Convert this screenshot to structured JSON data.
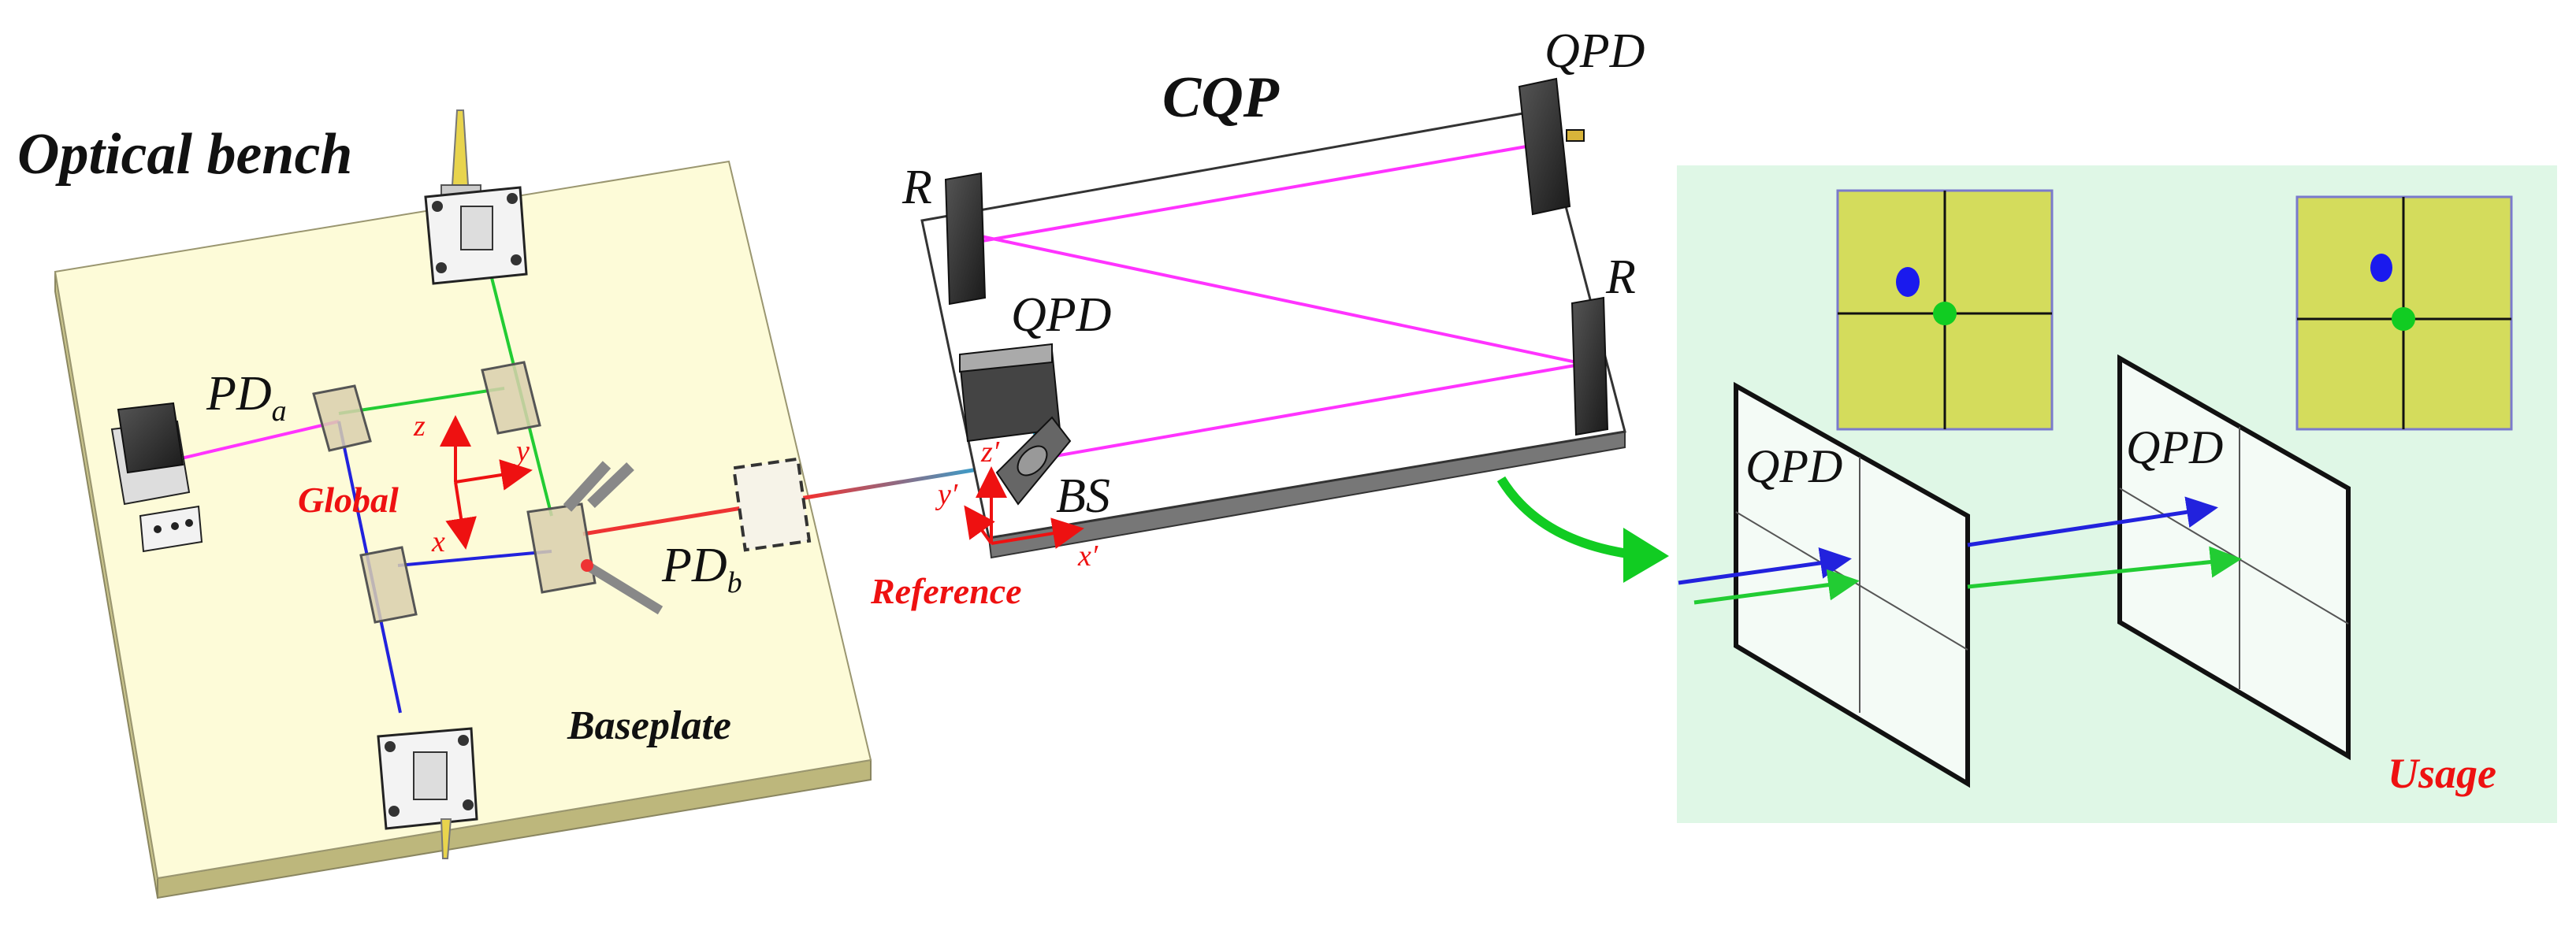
{
  "labels": {
    "optical_bench": "Optical bench",
    "cqp": "CQP",
    "qpd_top": "QPD",
    "r_left": "R",
    "r_right": "R",
    "qpd_mid": "QPD",
    "bs": "BS",
    "pd_a_main": "PD",
    "pd_a_sub": "a",
    "pd_b_main": "PD",
    "pd_b_sub": "b",
    "global": "Global",
    "reference": "Reference",
    "baseplate": "Baseplate",
    "usage": "Usage",
    "qpd_screen1": "QPD",
    "qpd_screen2": "QPD",
    "axis_z": "z",
    "axis_y": "y",
    "axis_x": "x",
    "axis_z_prime": "z′",
    "axis_y_prime": "y′",
    "axis_x_prime": "x′"
  },
  "colors": {
    "baseplate_top": "#fdfbd8",
    "baseplate_side": "#c9c48c",
    "usage_bg": "#dff7e6",
    "qpd_square": "#d4dc5c",
    "beam_magenta": "#ff33ff",
    "beam_green": "#22cc33",
    "beam_blue": "#2222dd",
    "beam_red": "#ee3333",
    "beam_cyan": "#22aadd",
    "label_red": "#ee1111",
    "arrow_green": "#11cc22"
  }
}
